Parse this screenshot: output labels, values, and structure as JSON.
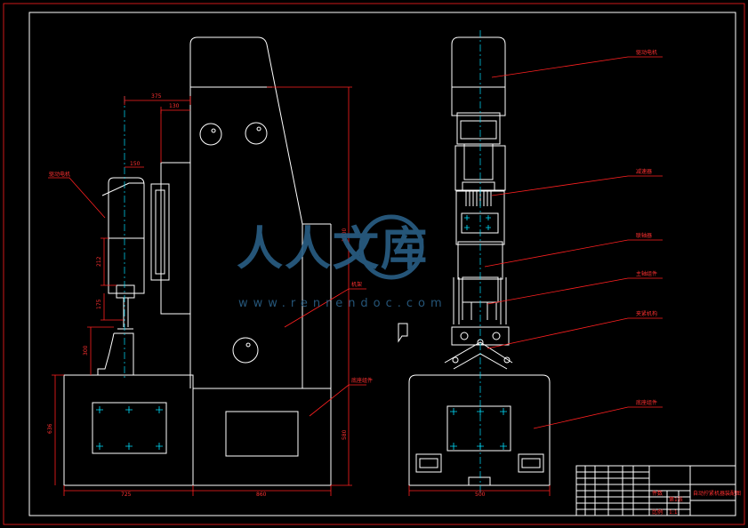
{
  "dimensions": {
    "d375": "375",
    "d130": "130",
    "d150": "150",
    "d212": "212",
    "d175": "175",
    "d300": "300",
    "d636": "636",
    "d725": "725",
    "d1700": "1700",
    "d580": "580",
    "d860": "860",
    "d500": "500"
  },
  "callouts": {
    "left_head": "驱动电机",
    "body_label": "机架",
    "base_label": "底座组件",
    "top_right": "驱动电机",
    "mid1": "减速器",
    "mid2": "联轴器",
    "mid3": "主轴组件",
    "mid4": "夹紧机构",
    "base_right": "底座组件"
  },
  "watermark": {
    "chars": "人人文库",
    "url": "www.renrendoc.com"
  },
  "title_block": {
    "title": "自动拧紧机器装配图",
    "scale_label": "比例",
    "scale_value": "1:1",
    "sheet": "第1张",
    "material": "件数"
  },
  "colors": {
    "lines": "#ffffff",
    "dimensions": "#ff2020",
    "centerlines": "#00e0ff",
    "watermark": "#2a5f86"
  }
}
